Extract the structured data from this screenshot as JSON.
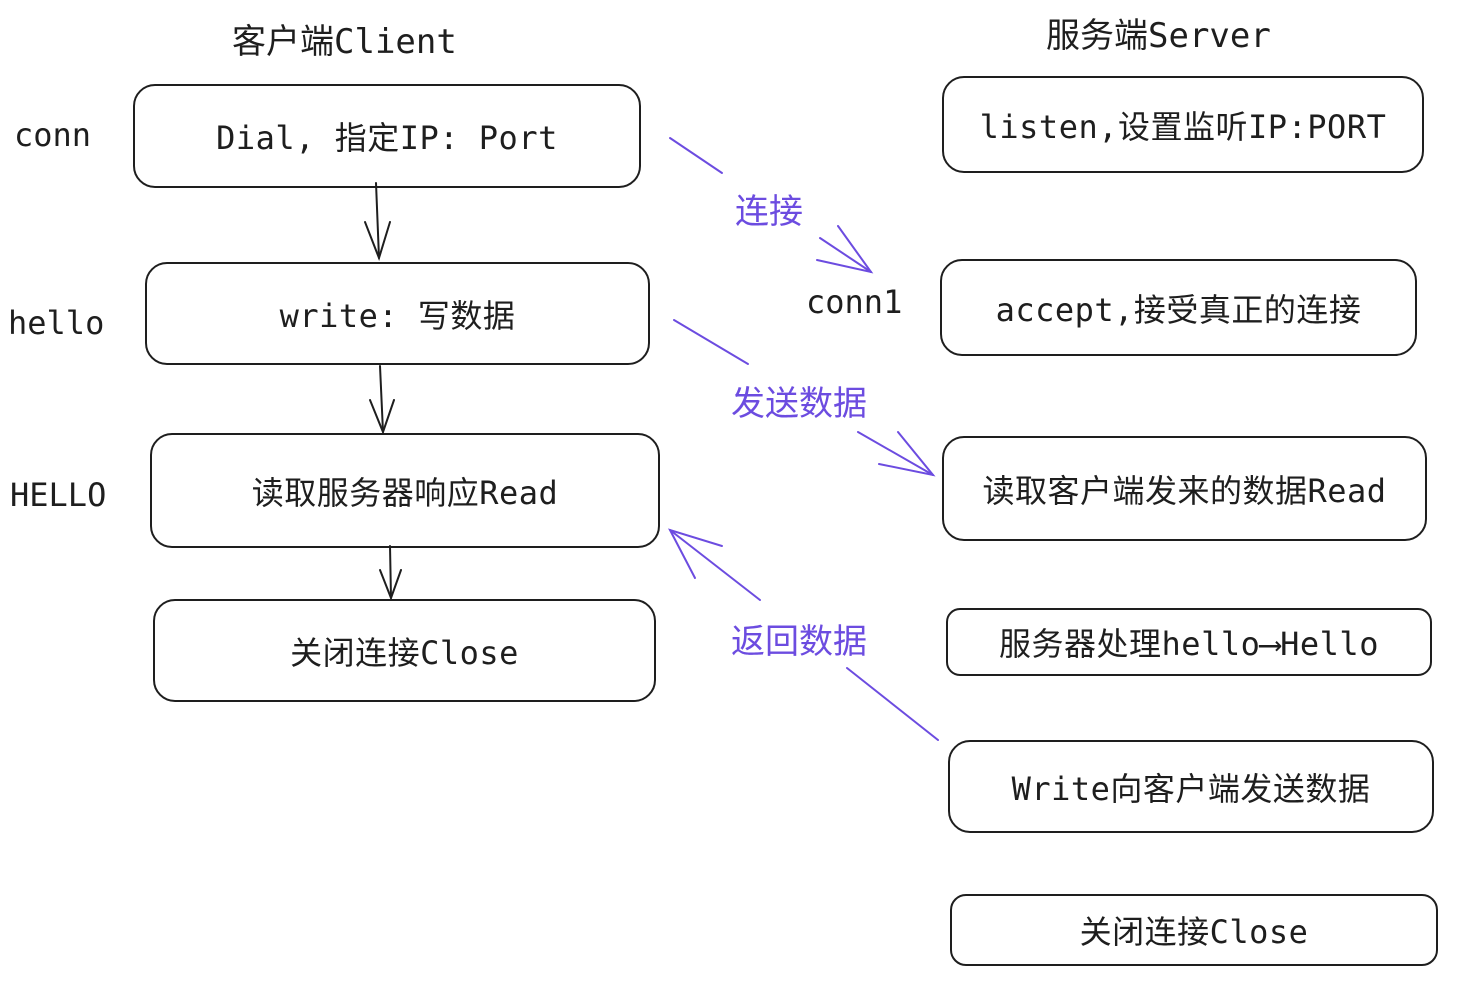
{
  "client": {
    "title": "客户端Client",
    "steps": [
      {
        "label": "Dial, 指定IP: Port",
        "side": "conn"
      },
      {
        "label": "write: 写数据",
        "side": "hello"
      },
      {
        "label": "读取服务器响应Read",
        "side": "HELLO"
      },
      {
        "label": "关闭连接Close",
        "side": ""
      }
    ]
  },
  "server": {
    "title": "服务端Server",
    "steps": [
      {
        "label": "listen,设置监听IP:PORT"
      },
      {
        "label": "accept,接受真正的连接",
        "side": "conn1"
      },
      {
        "label": "读取客户端发来的数据Read"
      },
      {
        "label": "服务器处理hello⟶Hello"
      },
      {
        "label": "Write向客户端发送数据"
      },
      {
        "label": "关闭连接Close"
      }
    ]
  },
  "messages": [
    {
      "label": "连接"
    },
    {
      "label": "发送数据"
    },
    {
      "label": "返回数据"
    }
  ],
  "colors": {
    "arrow_accent": "#6c4ce0",
    "stroke": "#1e1e1e"
  }
}
